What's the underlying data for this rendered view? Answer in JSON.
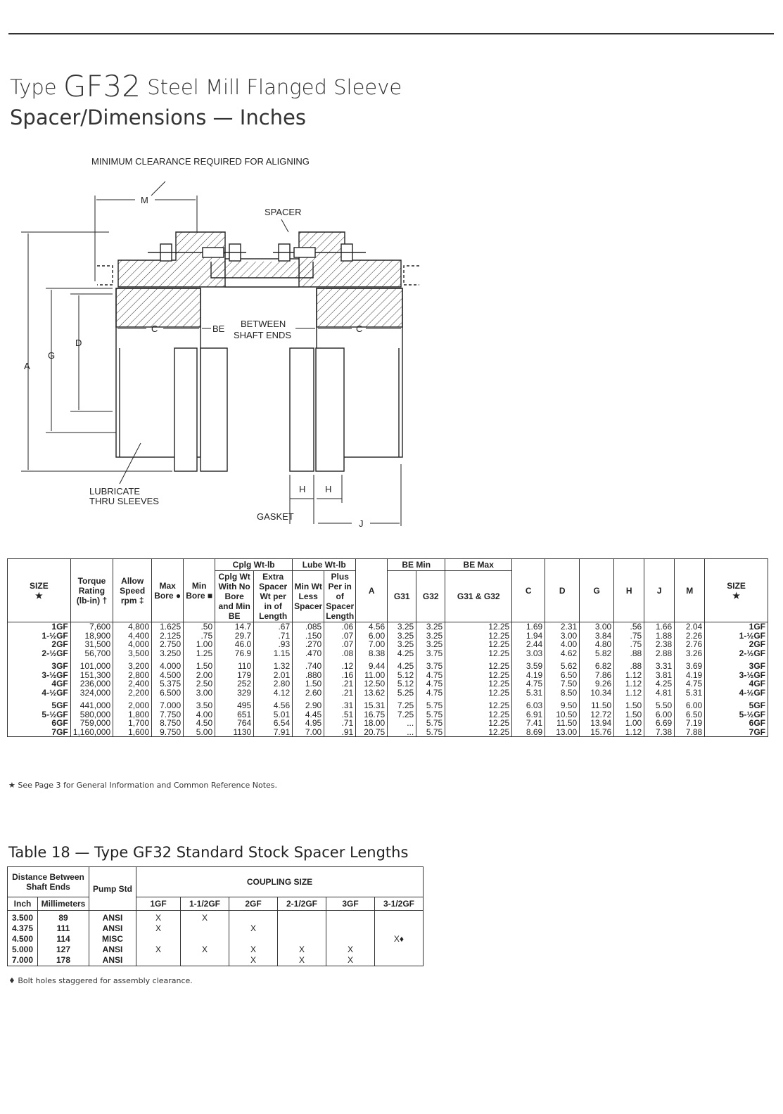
{
  "title": {
    "prefix": "Type",
    "model": "GF32",
    "rest": "Steel Mill Flanged Sleeve",
    "line2": "Spacer/Dimensions — Inches"
  },
  "diagram": {
    "labels": {
      "min_clearance": "MINIMUM CLEARANCE REQUIRED FOR ALIGNING",
      "m": "M",
      "spacer": "SPACER",
      "a": "A",
      "g": "G",
      "d": "D",
      "c": "C",
      "be": "BE",
      "between": "BETWEEN",
      "shaft_ends": "SHAFT ENDS",
      "lubricate": "LUBRICATE",
      "thru_sleeves": "THRU SLEEVES",
      "h": "H",
      "gasket": "GASKET",
      "j": "J"
    }
  },
  "dims_table": {
    "headers": {
      "size": "SIZE",
      "star": "★",
      "torque": "Torque Rating (lb-in) †",
      "speed": "Allow Speed rpm ‡",
      "max_bore": "Max Bore ●",
      "min_bore": "Min Bore ■",
      "cplg_group": "Cplg Wt-lb",
      "cplg_wt": "Cplg Wt With No Bore and Min BE",
      "extra_spacer": "Extra Spacer Wt per in of Length",
      "lube_group": "Lube Wt-lb",
      "min_wt": "Min Wt Less Spacer",
      "plus_per": "Plus Per in of Spacer Length",
      "a": "A",
      "be_min": "BE Min",
      "g31": "G31",
      "g32": "G32",
      "be_max": "BE Max",
      "g31g32": "G31 & G32",
      "c": "C",
      "d": "D",
      "g": "G",
      "h": "H",
      "j": "J",
      "m": "M"
    },
    "groups": [
      [
        [
          "1GF",
          "7,600",
          "4,800",
          "1.625",
          ".50",
          "14.7",
          ".67",
          ".085",
          ".06",
          "4.56",
          "3.25",
          "3.25",
          "12.25",
          "1.69",
          "2.31",
          "3.00",
          ".56",
          "1.66",
          "2.04",
          "1GF"
        ],
        [
          "1-½GF",
          "18,900",
          "4,400",
          "2.125",
          ".75",
          "29.7",
          ".71",
          ".150",
          ".07",
          "6.00",
          "3.25",
          "3.25",
          "12.25",
          "1.94",
          "3.00",
          "3.84",
          ".75",
          "1.88",
          "2.26",
          "1-½GF"
        ],
        [
          "2GF",
          "31,500",
          "4,000",
          "2.750",
          "1.00",
          "46.0",
          ".93",
          ".270",
          ".07",
          "7.00",
          "3.25",
          "3.25",
          "12.25",
          "2.44",
          "4.00",
          "4.80",
          ".75",
          "2.38",
          "2.76",
          "2GF"
        ],
        [
          "2-½GF",
          "56,700",
          "3,500",
          "3.250",
          "1.25",
          "76.9",
          "1.15",
          ".470",
          ".08",
          "8.38",
          "4.25",
          "3.75",
          "12.25",
          "3.03",
          "4.62",
          "5.82",
          ".88",
          "2.88",
          "3.26",
          "2-½GF"
        ]
      ],
      [
        [
          "3GF",
          "101,000",
          "3,200",
          "4.000",
          "1.50",
          "110",
          "1.32",
          ".740",
          ".12",
          "9.44",
          "4.25",
          "3.75",
          "12.25",
          "3.59",
          "5.62",
          "6.82",
          ".88",
          "3.31",
          "3.69",
          "3GF"
        ],
        [
          "3-½GF",
          "151,300",
          "2,800",
          "4.500",
          "2.00",
          "179",
          "2.01",
          ".880",
          ".16",
          "11.00",
          "5.12",
          "4.75",
          "12.25",
          "4.19",
          "6.50",
          "7.86",
          "1.12",
          "3.81",
          "4.19",
          "3-½GF"
        ],
        [
          "4GF",
          "236,000",
          "2,400",
          "5.375",
          "2.50",
          "252",
          "2.80",
          "1.50",
          ".21",
          "12.50",
          "5.12",
          "4.75",
          "12.25",
          "4.75",
          "7.50",
          "9.26",
          "1.12",
          "4.25",
          "4.75",
          "4GF"
        ],
        [
          "4-½GF",
          "324,000",
          "2,200",
          "6.500",
          "3.00",
          "329",
          "4.12",
          "2.60",
          ".21",
          "13.62",
          "5.25",
          "4.75",
          "12.25",
          "5.31",
          "8.50",
          "10.34",
          "1.12",
          "4.81",
          "5.31",
          "4-½GF"
        ]
      ],
      [
        [
          "5GF",
          "441,000",
          "2,000",
          "7.000",
          "3.50",
          "495",
          "4.56",
          "2.90",
          ".31",
          "15.31",
          "7.25",
          "5.75",
          "12.25",
          "6.03",
          "9.50",
          "11.50",
          "1.50",
          "5.50",
          "6.00",
          "5GF"
        ],
        [
          "5-½GF",
          "580,000",
          "1,800",
          "7.750",
          "4.00",
          "651",
          "5.01",
          "4.45",
          ".51",
          "16.75",
          "7.25",
          "5.75",
          "12.25",
          "6.91",
          "10.50",
          "12.72",
          "1.50",
          "6.00",
          "6.50",
          "5-½GF"
        ],
        [
          "6GF",
          "759,000",
          "1,700",
          "8.750",
          "4.50",
          "764",
          "6.54",
          "4.95",
          ".71",
          "18.00",
          "...",
          "5.75",
          "12.25",
          "7.41",
          "11.50",
          "13.94",
          "1.00",
          "6.69",
          "7.19",
          "6GF"
        ],
        [
          "7GF",
          "1,160,000",
          "1,600",
          "9.750",
          "5.00",
          "1130",
          "7.91",
          "7.00",
          ".91",
          "20.75",
          "...",
          "5.75",
          "12.25",
          "8.69",
          "13.00",
          "15.76",
          "1.12",
          "7.38",
          "7.88",
          "7GF"
        ]
      ]
    ],
    "footnote": "★ See Page 3 for General Information and Common Reference Notes."
  },
  "stock_table": {
    "title": "Table 18 — Type GF32 Standard Stock Spacer Lengths",
    "headers": {
      "distance": "Distance Between Shaft Ends",
      "pump": "Pump Std",
      "coupling": "COUPLING SIZE",
      "inch": "Inch",
      "mm": "Millimeters",
      "sizes": [
        "1GF",
        "1-1/2GF",
        "2GF",
        "2-1/2GF",
        "3GF",
        "3-1/2GF"
      ]
    },
    "rows": [
      [
        "3.500",
        "89",
        "ANSI",
        "X",
        "X",
        "",
        "",
        "",
        ""
      ],
      [
        "4.375",
        "111",
        "ANSI",
        "X",
        "",
        "X",
        "",
        "",
        ""
      ],
      [
        "4.500",
        "114",
        "MISC",
        "",
        "",
        "",
        "",
        "",
        "X♦"
      ],
      [
        "5.000",
        "127",
        "ANSI",
        "X",
        "X",
        "X",
        "X",
        "X",
        ""
      ],
      [
        "7.000",
        "178",
        "ANSI",
        "",
        "",
        "X",
        "X",
        "X",
        ""
      ]
    ],
    "footnote": "♦ Bolt holes staggered for assembly clearance."
  }
}
